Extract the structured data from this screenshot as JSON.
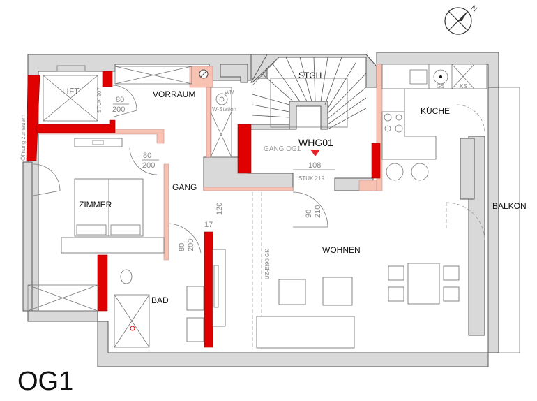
{
  "plan": {
    "floor_label": "OG1",
    "unit_label": "WHG01",
    "north_label": "N",
    "rooms": {
      "lift": "LIFT",
      "vorraum": "VORRAUM",
      "stgh": "STGH",
      "kueche": "KÜCHE",
      "gang_og1": "GANG OG1",
      "zimmer": "ZIMMER",
      "gang": "GANG",
      "bad": "BAD",
      "wohnen": "WOHNEN",
      "balkon": "BALKON"
    },
    "appliances": {
      "gs": "GS",
      "ks": "KS",
      "wm": "WM",
      "w_station": "W-Station"
    },
    "annotations": {
      "stuk_207": "STUK 207",
      "stuk_219": "STUK 219",
      "width_108": "108",
      "door_vorraum_w": "80",
      "door_vorraum_h": "200",
      "door_zimmer_w": "80",
      "door_zimmer_h": "200",
      "door_bad_w": "80",
      "door_bad_h": "200",
      "door_entry_w": "90",
      "door_entry_h": "210",
      "dim_120": "120",
      "dim_17": "17",
      "wall_note": "UZ-EI90 GK",
      "opening_note": "Öffnung zumauern"
    },
    "colors": {
      "new_wall": "#e00000",
      "demolished_wall": "#f7c2b2",
      "existing_wall": "#d9d9d9",
      "marker": "#e8222a"
    }
  }
}
